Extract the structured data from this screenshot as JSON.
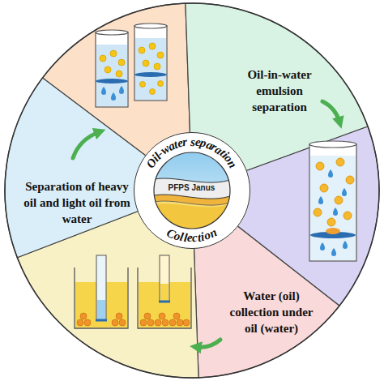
{
  "diagram": {
    "nodes": [
      {
        "text": [
          "Oil-in-water emulsion separation"
        ]
      },
      {
        "text": [
          "Separation of heavy oil and light oil from water"
        ]
      },
      {
        "text": [
          "Oil-water separation",
          "PFPS Janus",
          "Collection"
        ]
      },
      {
        "text": [
          "Water (oil) collection under oil (water)"
        ]
      }
    ]
  }
}
